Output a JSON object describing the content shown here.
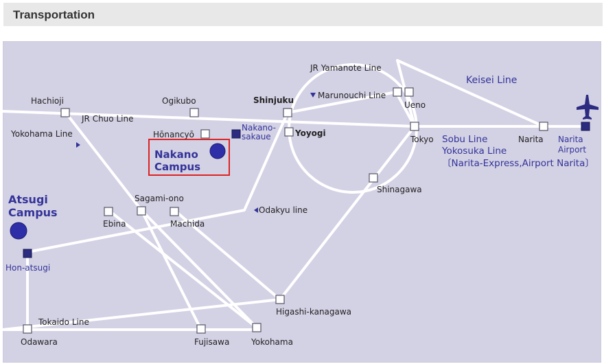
{
  "header": {
    "title": "Transportation"
  },
  "colors": {
    "map_bg": "#d3d1e4",
    "rail": "#ffffff",
    "station_fill": "#ffffff",
    "terminal": "#2b2b80",
    "highlight_box": "#dd2222",
    "label": "#222222",
    "line_label": "#333399"
  },
  "lines": {
    "yamanote": "JR Yamanote Line",
    "marunouchi": "Marunouchi Line",
    "keisei": "Keisei Line",
    "chuo": "JR Chuo Line",
    "yokohama": "Yokohama Line",
    "odakyu": "Odakyu line",
    "tokaido": "Tokaido Line",
    "sobu": "Sobu Line",
    "yokosuka": "Yokosuka Line",
    "narita_express": "〔Narita-Express,Airport Narita〕"
  },
  "stations": {
    "hachioji": "Hachioji",
    "ogikubo": "Ogikubo",
    "shinjuku": "Shinjuku",
    "ueno": "Ueno",
    "honancho": "Hōnancyō",
    "nakano_sakaue_1": "Nakano-",
    "nakano_sakaue_2": "sakaue",
    "yoyogi": "Yoyogi",
    "tokyo": "Tokyo",
    "narita": "Narita",
    "narita_airport_1": "Narita",
    "narita_airport_2": "Airport",
    "shinagawa": "Shinagawa",
    "sagami_ono": "Sagami-ono",
    "ebina": "Ebina",
    "machida": "Machida",
    "hon_atsugi": "Hon-atsugi",
    "higashi_kanagawa": "Higashi-kanagawa",
    "odawara": "Odawara",
    "fujisawa": "Fujisawa",
    "yokohama": "Yokohama"
  },
  "campuses": {
    "nakano_1": "Nakano",
    "nakano_2": "Campus",
    "atsugi_1": "Atsugi",
    "atsugi_2": "Campus"
  },
  "icons": {
    "airport": "airplane-icon",
    "campus": "campus-dot-icon",
    "direction": "triangle-arrow-icon"
  }
}
